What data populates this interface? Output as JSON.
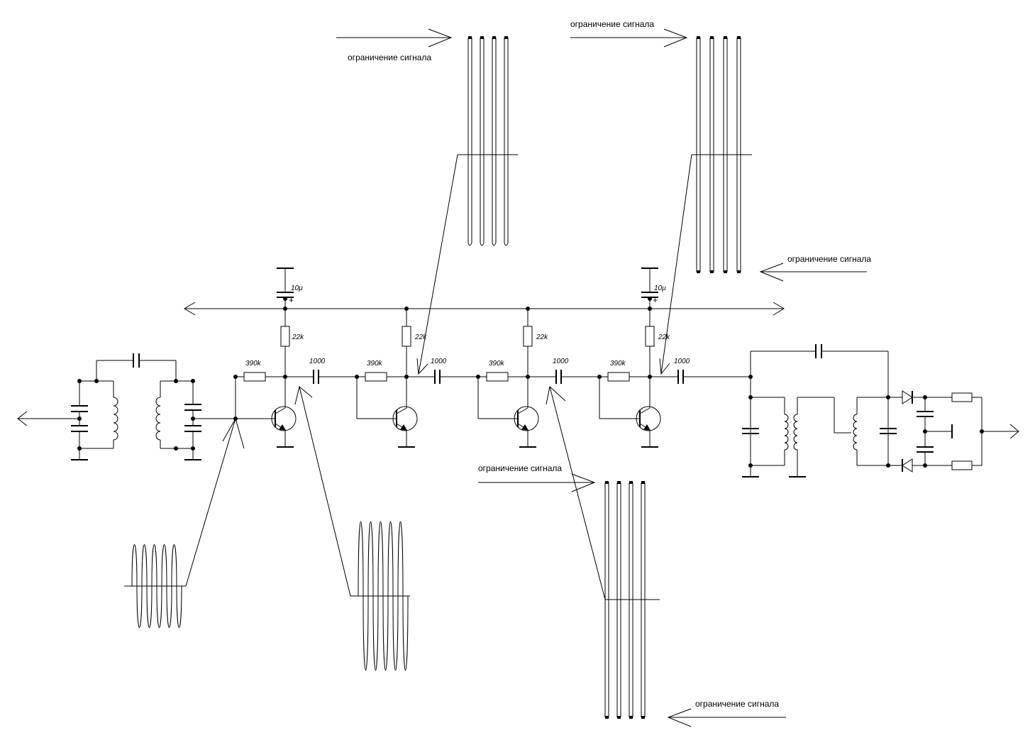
{
  "diagram": {
    "annotation_text": "ограничение сигнала",
    "stages": [
      {
        "collector_resistor": "22k",
        "bias_resistor": "390k",
        "coupling_capacitor": "1000",
        "decoupling_capacitor": "10μ",
        "polarity": "+"
      },
      {
        "collector_resistor": "22k",
        "bias_resistor": "390k",
        "coupling_capacitor": "1000"
      },
      {
        "collector_resistor": "22k",
        "bias_resistor": "390k",
        "coupling_capacitor": "1000"
      },
      {
        "collector_resistor": "22k",
        "bias_resistor": "390k",
        "coupling_capacitor": "1000",
        "decoupling_capacitor": "10μ",
        "polarity": "+"
      }
    ],
    "colors": {
      "line": "#000000",
      "background": "#ffffff"
    }
  }
}
